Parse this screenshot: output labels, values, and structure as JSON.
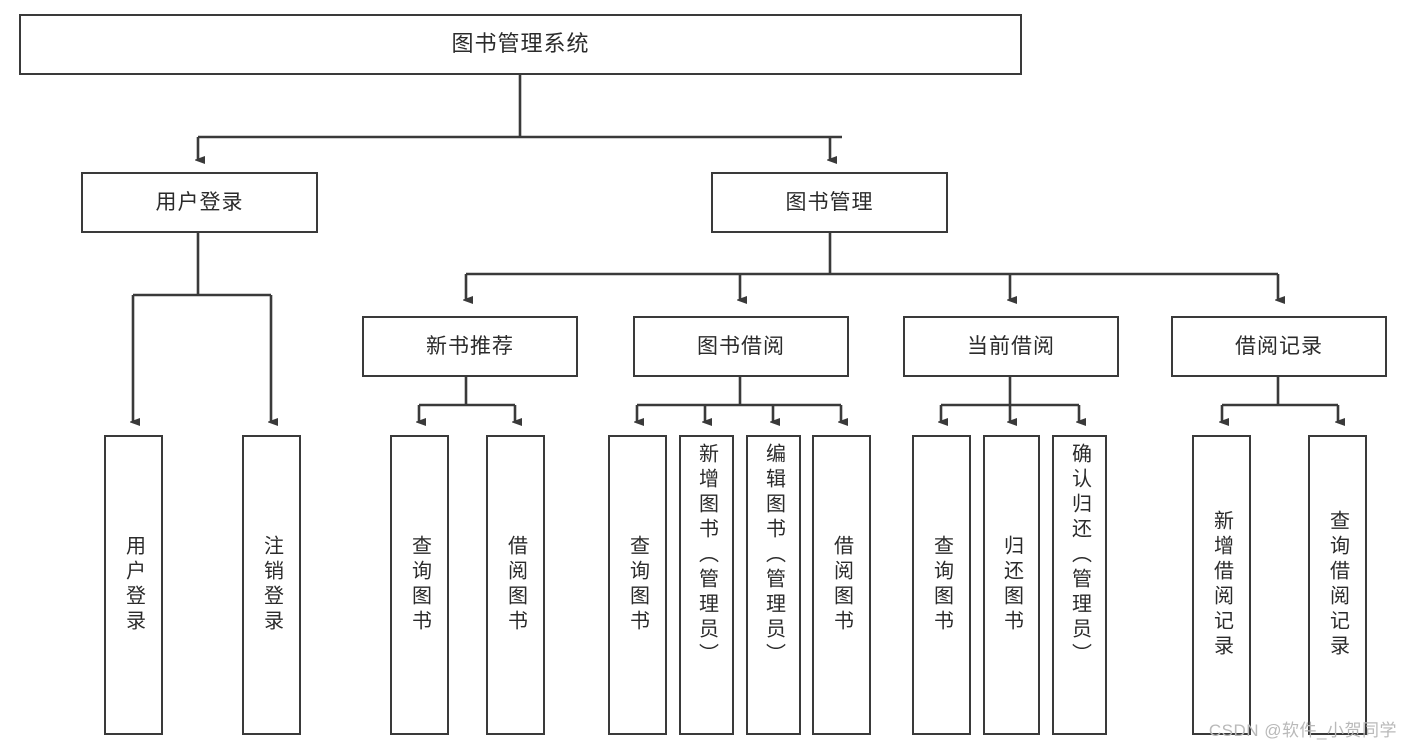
{
  "diagram": {
    "type": "tree",
    "title": "图书管理系统",
    "root": {
      "label": "图书管理系统"
    },
    "level2": [
      {
        "id": "user-login",
        "label": "用户登录"
      },
      {
        "id": "book-manage",
        "label": "图书管理"
      }
    ],
    "level3": [
      {
        "id": "new-book-recommend",
        "label": "新书推荐",
        "parent": "book-manage"
      },
      {
        "id": "book-borrow",
        "label": "图书借阅",
        "parent": "book-manage"
      },
      {
        "id": "current-borrow",
        "label": "当前借阅",
        "parent": "book-manage"
      },
      {
        "id": "borrow-record",
        "label": "借阅记录",
        "parent": "book-manage"
      }
    ],
    "leaves": [
      {
        "id": "leaf-user-login",
        "label": "用户登录",
        "parent": "user-login"
      },
      {
        "id": "leaf-user-logout",
        "label": "注销登录",
        "parent": "user-login"
      },
      {
        "id": "leaf-query-book-1",
        "label": "查询图书",
        "parent": "new-book-recommend"
      },
      {
        "id": "leaf-borrow-book-1",
        "label": "借阅图书",
        "parent": "new-book-recommend"
      },
      {
        "id": "leaf-query-book-2",
        "label": "查询图书",
        "parent": "book-borrow"
      },
      {
        "id": "leaf-add-book",
        "label": "新增图书（管理员）",
        "parent": "book-borrow"
      },
      {
        "id": "leaf-edit-book",
        "label": "编辑图书（管理员）",
        "parent": "book-borrow"
      },
      {
        "id": "leaf-borrow-book-2",
        "label": "借阅图书",
        "parent": "book-borrow"
      },
      {
        "id": "leaf-query-book-3",
        "label": "查询图书",
        "parent": "current-borrow"
      },
      {
        "id": "leaf-return-book",
        "label": "归还图书",
        "parent": "current-borrow"
      },
      {
        "id": "leaf-confirm-return",
        "label": "确认归还（管理员）",
        "parent": "current-borrow"
      },
      {
        "id": "leaf-add-record",
        "label": "新增借阅记录",
        "parent": "borrow-record"
      },
      {
        "id": "leaf-query-record",
        "label": "查询借阅记录",
        "parent": "borrow-record"
      }
    ],
    "colors": {
      "stroke": "#3a3a3a",
      "background": "#ffffff",
      "text": "#2b2b2b",
      "watermark": "#b9b9b9"
    }
  },
  "watermark": {
    "text": "CSDN @软件_小贺同学"
  }
}
